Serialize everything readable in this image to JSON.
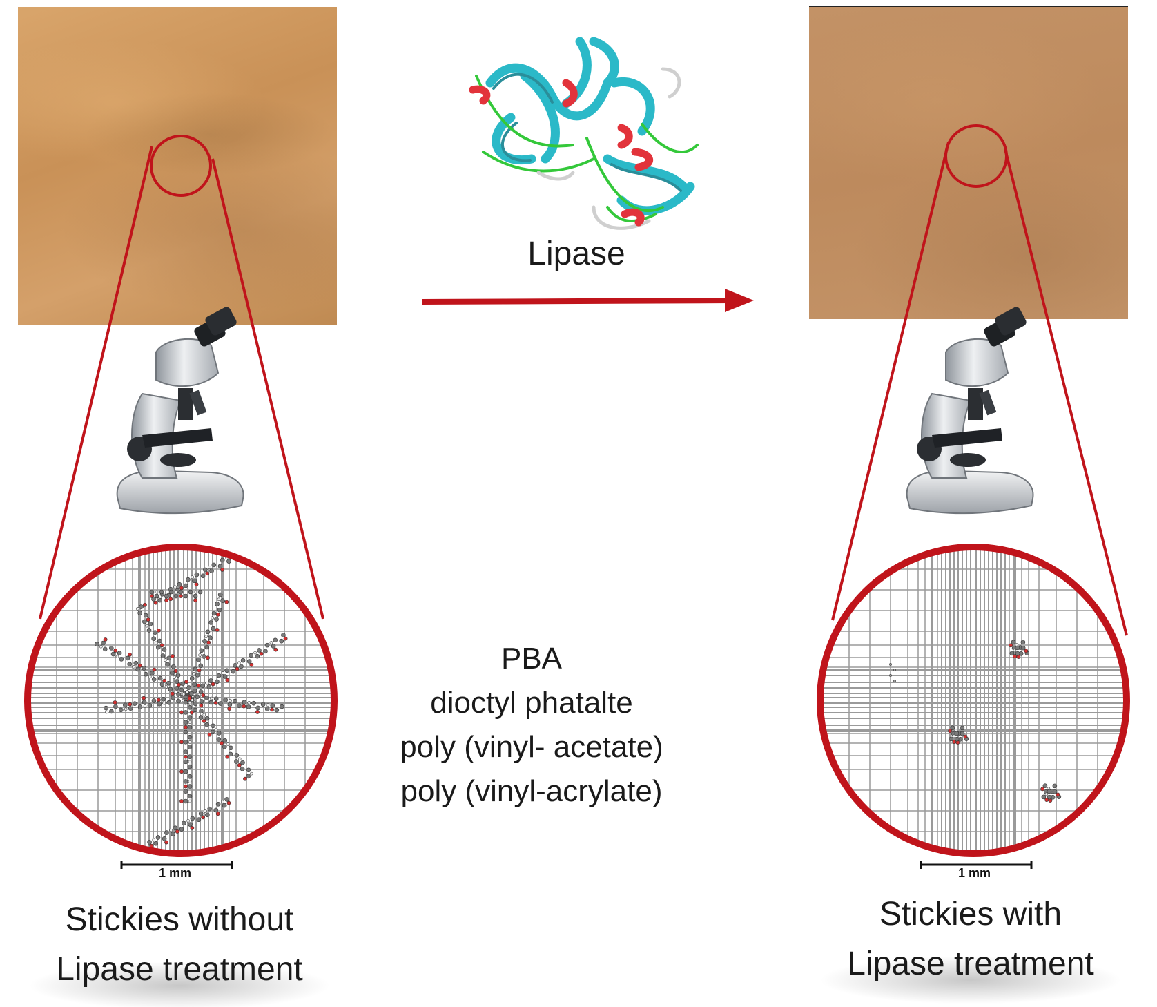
{
  "arrow_label": "Lipase",
  "chemicals": [
    "PBA",
    "dioctyl phatalte",
    "poly (vinyl- acetate)",
    "poly (vinyl-acrylate)"
  ],
  "left_panel": {
    "caption": [
      "Stickies without",
      "Lipase treatment"
    ],
    "scale": "1 mm"
  },
  "right_panel": {
    "caption": [
      "Stickies with",
      "Lipase treatment"
    ],
    "scale": "1 mm"
  },
  "colors": {
    "accent_red": "#c0141b",
    "paper_left": "#cf9a62",
    "paper_right": "#c08e62",
    "protein_cyan": "#2fc2d0",
    "protein_green": "#34c83a"
  },
  "icons": [
    "microscope-icon",
    "lipase-protein-icon",
    "arrow-right-icon"
  ]
}
